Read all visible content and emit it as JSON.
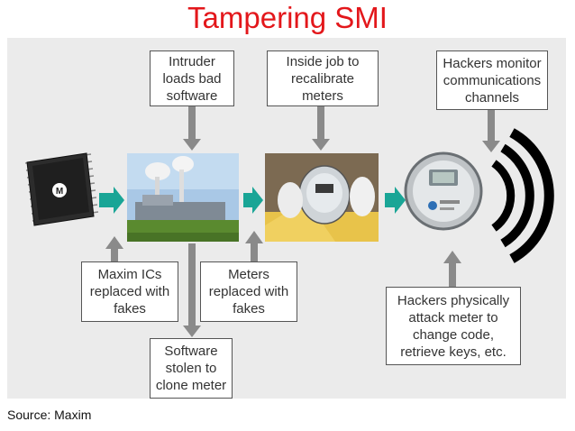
{
  "title": "Tampering SMI",
  "source": "Source: Maxim",
  "boxes": {
    "intruder": "Intruder\nloads bad\nsoftware",
    "inside_job": "Inside job to\nrecalibrate\nmeters",
    "hackers_monitor": "Hackers monitor\ncommunications\nchannels",
    "ics_replaced": "Maxim ICs\nreplaced with\nfakes",
    "meters_replaced": "Meters\nreplaced with\nfakes",
    "software_stolen": "Software\nstolen to\nclone meter",
    "hackers_physically": "Hackers physically\nattack meter to\nchange code,\nretrieve keys, etc."
  },
  "colors": {
    "title": "#e3171b",
    "flow_arrow": "#19a596",
    "callout_arrow": "#8a8a8a"
  }
}
